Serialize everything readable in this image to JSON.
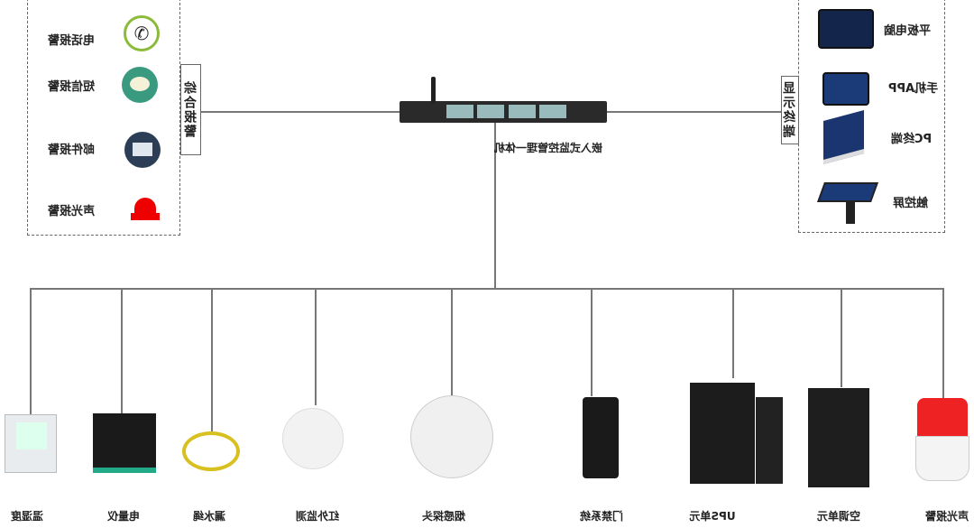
{
  "hub": {
    "label": "嵌入式监控管理一体机"
  },
  "alarm_group": {
    "title": "综合报警",
    "items": [
      {
        "label": "电话报警",
        "icon": "phone-icon"
      },
      {
        "label": "短信报警",
        "icon": "chat-icon"
      },
      {
        "label": "邮件报警",
        "icon": "mail-icon"
      },
      {
        "label": "声光报警",
        "icon": "siren-icon"
      }
    ]
  },
  "display_group": {
    "title": "显示终端",
    "items": [
      {
        "label": "平板电脑"
      },
      {
        "label": "手机APP"
      },
      {
        "label": "PC终端"
      },
      {
        "label": "触控屏"
      }
    ]
  },
  "devices": [
    {
      "label": "温湿度"
    },
    {
      "label": "电量仪"
    },
    {
      "label": "漏水绳"
    },
    {
      "label": "红外监测"
    },
    {
      "label": "烟感探头"
    },
    {
      "label": "门禁系统"
    },
    {
      "label": "UPS单元"
    },
    {
      "label": "空调单元"
    },
    {
      "label": "声光报警"
    }
  ]
}
